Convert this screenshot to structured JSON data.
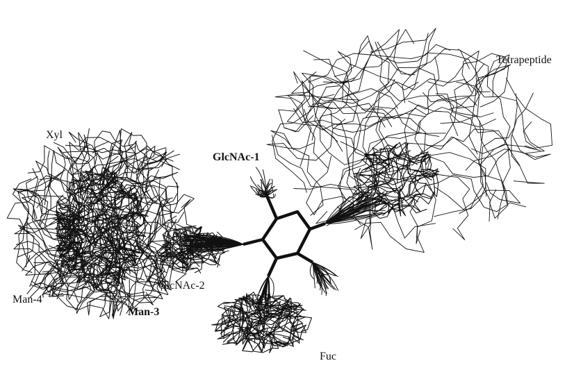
{
  "labels": {
    "tetrapeptide": "Tetrapeptide",
    "xyl": "Xyl",
    "glcnac1": "GlcNAc-1",
    "glcnac2": "GlcNAc-2",
    "man4": "Man-4'",
    "man3": "Man-3",
    "fuc": "Fuc"
  },
  "colors": {
    "ink": "#111111",
    "background": "#ffffff"
  }
}
